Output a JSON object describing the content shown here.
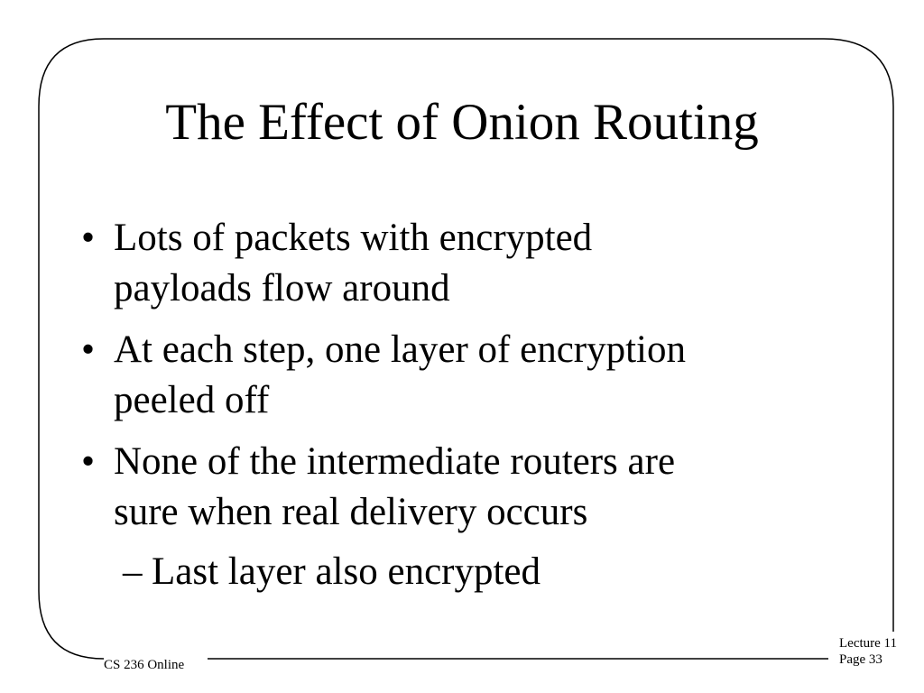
{
  "slide": {
    "title": "The Effect of Onion Routing",
    "bullet_mark": "•",
    "sub_bullet_mark": "–",
    "bullets": [
      {
        "lines": [
          "Lots of packets with encrypted",
          "payloads flow around"
        ]
      },
      {
        "lines": [
          "At each step, one layer of encryption",
          "peeled off"
        ]
      },
      {
        "lines": [
          "None of the intermediate routers are",
          "sure when real delivery occurs"
        ]
      }
    ],
    "sub_bullet": "Last layer also encrypted"
  },
  "footer": {
    "course": "CS 236 Online",
    "lecture": "Lecture 11",
    "page": "Page 33"
  }
}
